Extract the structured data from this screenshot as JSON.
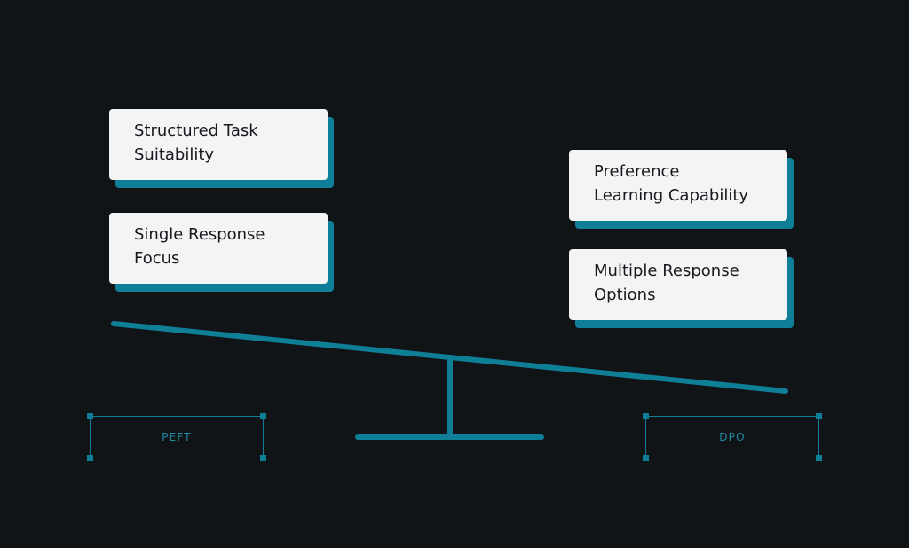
{
  "diagram": {
    "left_cards": [
      {
        "text": "Structured Task\nSuitability"
      },
      {
        "text": "Single Response\nFocus"
      }
    ],
    "right_cards": [
      {
        "text": "Preference\nLearning Capability"
      },
      {
        "text": "Multiple Response\nOptions"
      }
    ],
    "labels": {
      "left": "PEFT",
      "right": "DPO"
    },
    "colors": {
      "background": "#111417",
      "accent": "#0f7f97",
      "card": "#f4f4f5",
      "card_text": "#16191d"
    }
  }
}
